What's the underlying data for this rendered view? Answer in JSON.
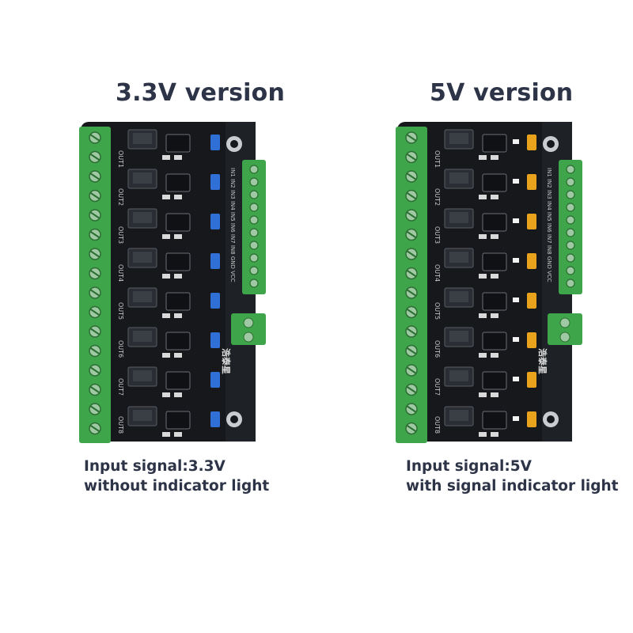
{
  "left_product": {
    "title": "3.3V version",
    "caption_line1": "Input signal:3.3V",
    "caption_line2": "without indicator light",
    "jumper_color": "#2f6fd6",
    "indicator_leds": false
  },
  "right_product": {
    "title": "5V version",
    "caption_line1": "Input signal:5V",
    "caption_line2": "with signal indicator light",
    "jumper_color": "#e8a21c",
    "indicator_leds": true
  },
  "board": {
    "pcb_color": "#16181c",
    "terminal_color": "#3fa54a",
    "channels": 8,
    "output_labels": [
      "OUT1",
      "OUT2",
      "OUT3",
      "OUT4",
      "OUT5",
      "OUT6",
      "OUT7",
      "OUT8"
    ],
    "input_labels": [
      "IN1",
      "IN2",
      "IN3",
      "IN4",
      "IN5",
      "IN6",
      "IN7",
      "IN8",
      "GND",
      "VCC"
    ],
    "logo_text": "浩泰星"
  }
}
